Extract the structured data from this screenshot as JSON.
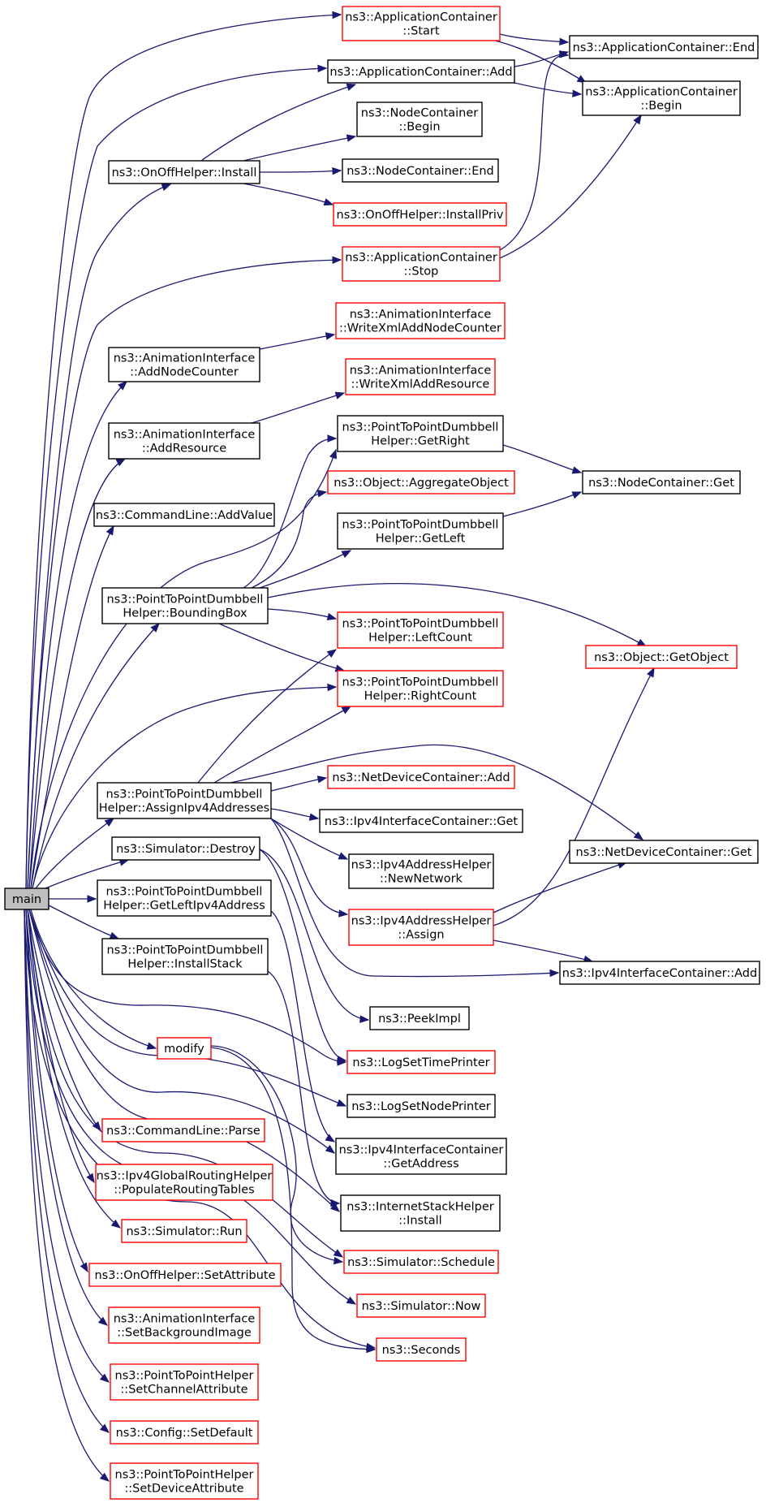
{
  "colors": {
    "edge": "#191970",
    "black_border": "#000000",
    "red_border": "#ff0000",
    "root_fill": "#bfbfbf"
  },
  "nodes": {
    "main": {
      "lines": [
        "main"
      ]
    },
    "app_start": {
      "lines": [
        "ns3::ApplicationContainer",
        "::Start"
      ]
    },
    "app_add": {
      "lines": [
        "ns3::ApplicationContainer::Add"
      ]
    },
    "app_end": {
      "lines": [
        "ns3::ApplicationContainer::End"
      ]
    },
    "app_begin": {
      "lines": [
        "ns3::ApplicationContainer",
        "::Begin"
      ]
    },
    "node_begin": {
      "lines": [
        "ns3::NodeContainer",
        "::Begin"
      ]
    },
    "onoff_install": {
      "lines": [
        "ns3::OnOffHelper::Install"
      ]
    },
    "node_end": {
      "lines": [
        "ns3::NodeContainer::End"
      ]
    },
    "onoff_installpriv": {
      "lines": [
        "ns3::OnOffHelper::InstallPriv"
      ]
    },
    "app_stop": {
      "lines": [
        "ns3::ApplicationContainer",
        "::Stop"
      ]
    },
    "anim_writexml_nodecounter": {
      "lines": [
        "ns3::AnimationInterface",
        "::WriteXmlAddNodeCounter"
      ]
    },
    "anim_addnodecounter": {
      "lines": [
        "ns3::AnimationInterface",
        "::AddNodeCounter"
      ]
    },
    "anim_writexml_resource": {
      "lines": [
        "ns3::AnimationInterface",
        "::WriteXmlAddResource"
      ]
    },
    "anim_addresource": {
      "lines": [
        "ns3::AnimationInterface",
        "::AddResource"
      ]
    },
    "db_getright": {
      "lines": [
        "ns3::PointToPointDumbbell",
        "Helper::GetRight"
      ]
    },
    "nodecontainer_get": {
      "lines": [
        "ns3::NodeContainer::Get"
      ]
    },
    "object_aggregate": {
      "lines": [
        "ns3::Object::AggregateObject"
      ]
    },
    "cmd_addvalue": {
      "lines": [
        "ns3::CommandLine::AddValue"
      ]
    },
    "db_getleft": {
      "lines": [
        "ns3::PointToPointDumbbell",
        "Helper::GetLeft"
      ]
    },
    "db_boundingbox": {
      "lines": [
        "ns3::PointToPointDumbbell",
        "Helper::BoundingBox"
      ]
    },
    "db_leftcount": {
      "lines": [
        "ns3::PointToPointDumbbell",
        "Helper::LeftCount"
      ]
    },
    "object_getobject": {
      "lines": [
        "ns3::Object::GetObject"
      ]
    },
    "db_rightcount": {
      "lines": [
        "ns3::PointToPointDumbbell",
        "Helper::RightCount"
      ]
    },
    "ndc_add": {
      "lines": [
        "ns3::NetDeviceContainer::Add"
      ]
    },
    "db_assignipv4": {
      "lines": [
        "ns3::PointToPointDumbbell",
        "Helper::AssignIpv4Addresses"
      ]
    },
    "ipv4ic_get": {
      "lines": [
        "ns3::Ipv4InterfaceContainer::Get"
      ]
    },
    "sim_destroy": {
      "lines": [
        "ns3::Simulator::Destroy"
      ]
    },
    "ndc_get": {
      "lines": [
        "ns3::NetDeviceContainer::Get"
      ]
    },
    "ipv4ah_newnetwork": {
      "lines": [
        "ns3::Ipv4AddressHelper",
        "::NewNetwork"
      ]
    },
    "db_getleftipv4": {
      "lines": [
        "ns3::PointToPointDumbbell",
        "Helper::GetLeftIpv4Address"
      ]
    },
    "ipv4ah_assign": {
      "lines": [
        "ns3::Ipv4AddressHelper",
        "::Assign"
      ]
    },
    "db_installstack": {
      "lines": [
        "ns3::PointToPointDumbbell",
        "Helper::InstallStack"
      ]
    },
    "ipv4ic_add": {
      "lines": [
        "ns3::Ipv4InterfaceContainer::Add"
      ]
    },
    "peekimpl": {
      "lines": [
        "ns3::PeekImpl"
      ]
    },
    "modify": {
      "lines": [
        "modify"
      ]
    },
    "logsettime": {
      "lines": [
        "ns3::LogSetTimePrinter"
      ]
    },
    "logsetnode": {
      "lines": [
        "ns3::LogSetNodePrinter"
      ]
    },
    "cmd_parse": {
      "lines": [
        "ns3::CommandLine::Parse"
      ]
    },
    "ipv4ic_getaddress": {
      "lines": [
        "ns3::Ipv4InterfaceContainer",
        "::GetAddress"
      ]
    },
    "ipv4grh_populate": {
      "lines": [
        "ns3::Ipv4GlobalRoutingHelper",
        "::PopulateRoutingTables"
      ]
    },
    "internetstack_install": {
      "lines": [
        "ns3::InternetStackHelper",
        "::Install"
      ]
    },
    "sim_run": {
      "lines": [
        "ns3::Simulator::Run"
      ]
    },
    "sim_schedule": {
      "lines": [
        "ns3::Simulator::Schedule"
      ]
    },
    "onoff_setattribute": {
      "lines": [
        "ns3::OnOffHelper::SetAttribute"
      ]
    },
    "sim_now": {
      "lines": [
        "ns3::Simulator::Now"
      ]
    },
    "anim_setbg": {
      "lines": [
        "ns3::AnimationInterface",
        "::SetBackgroundImage"
      ]
    },
    "seconds": {
      "lines": [
        "ns3::Seconds"
      ]
    },
    "p2p_setchannel": {
      "lines": [
        "ns3::PointToPointHelper",
        "::SetChannelAttribute"
      ]
    },
    "config_setdefault": {
      "lines": [
        "ns3::Config::SetDefault"
      ]
    },
    "p2p_setdevice": {
      "lines": [
        "ns3::PointToPointHelper",
        "::SetDeviceAttribute"
      ]
    }
  }
}
